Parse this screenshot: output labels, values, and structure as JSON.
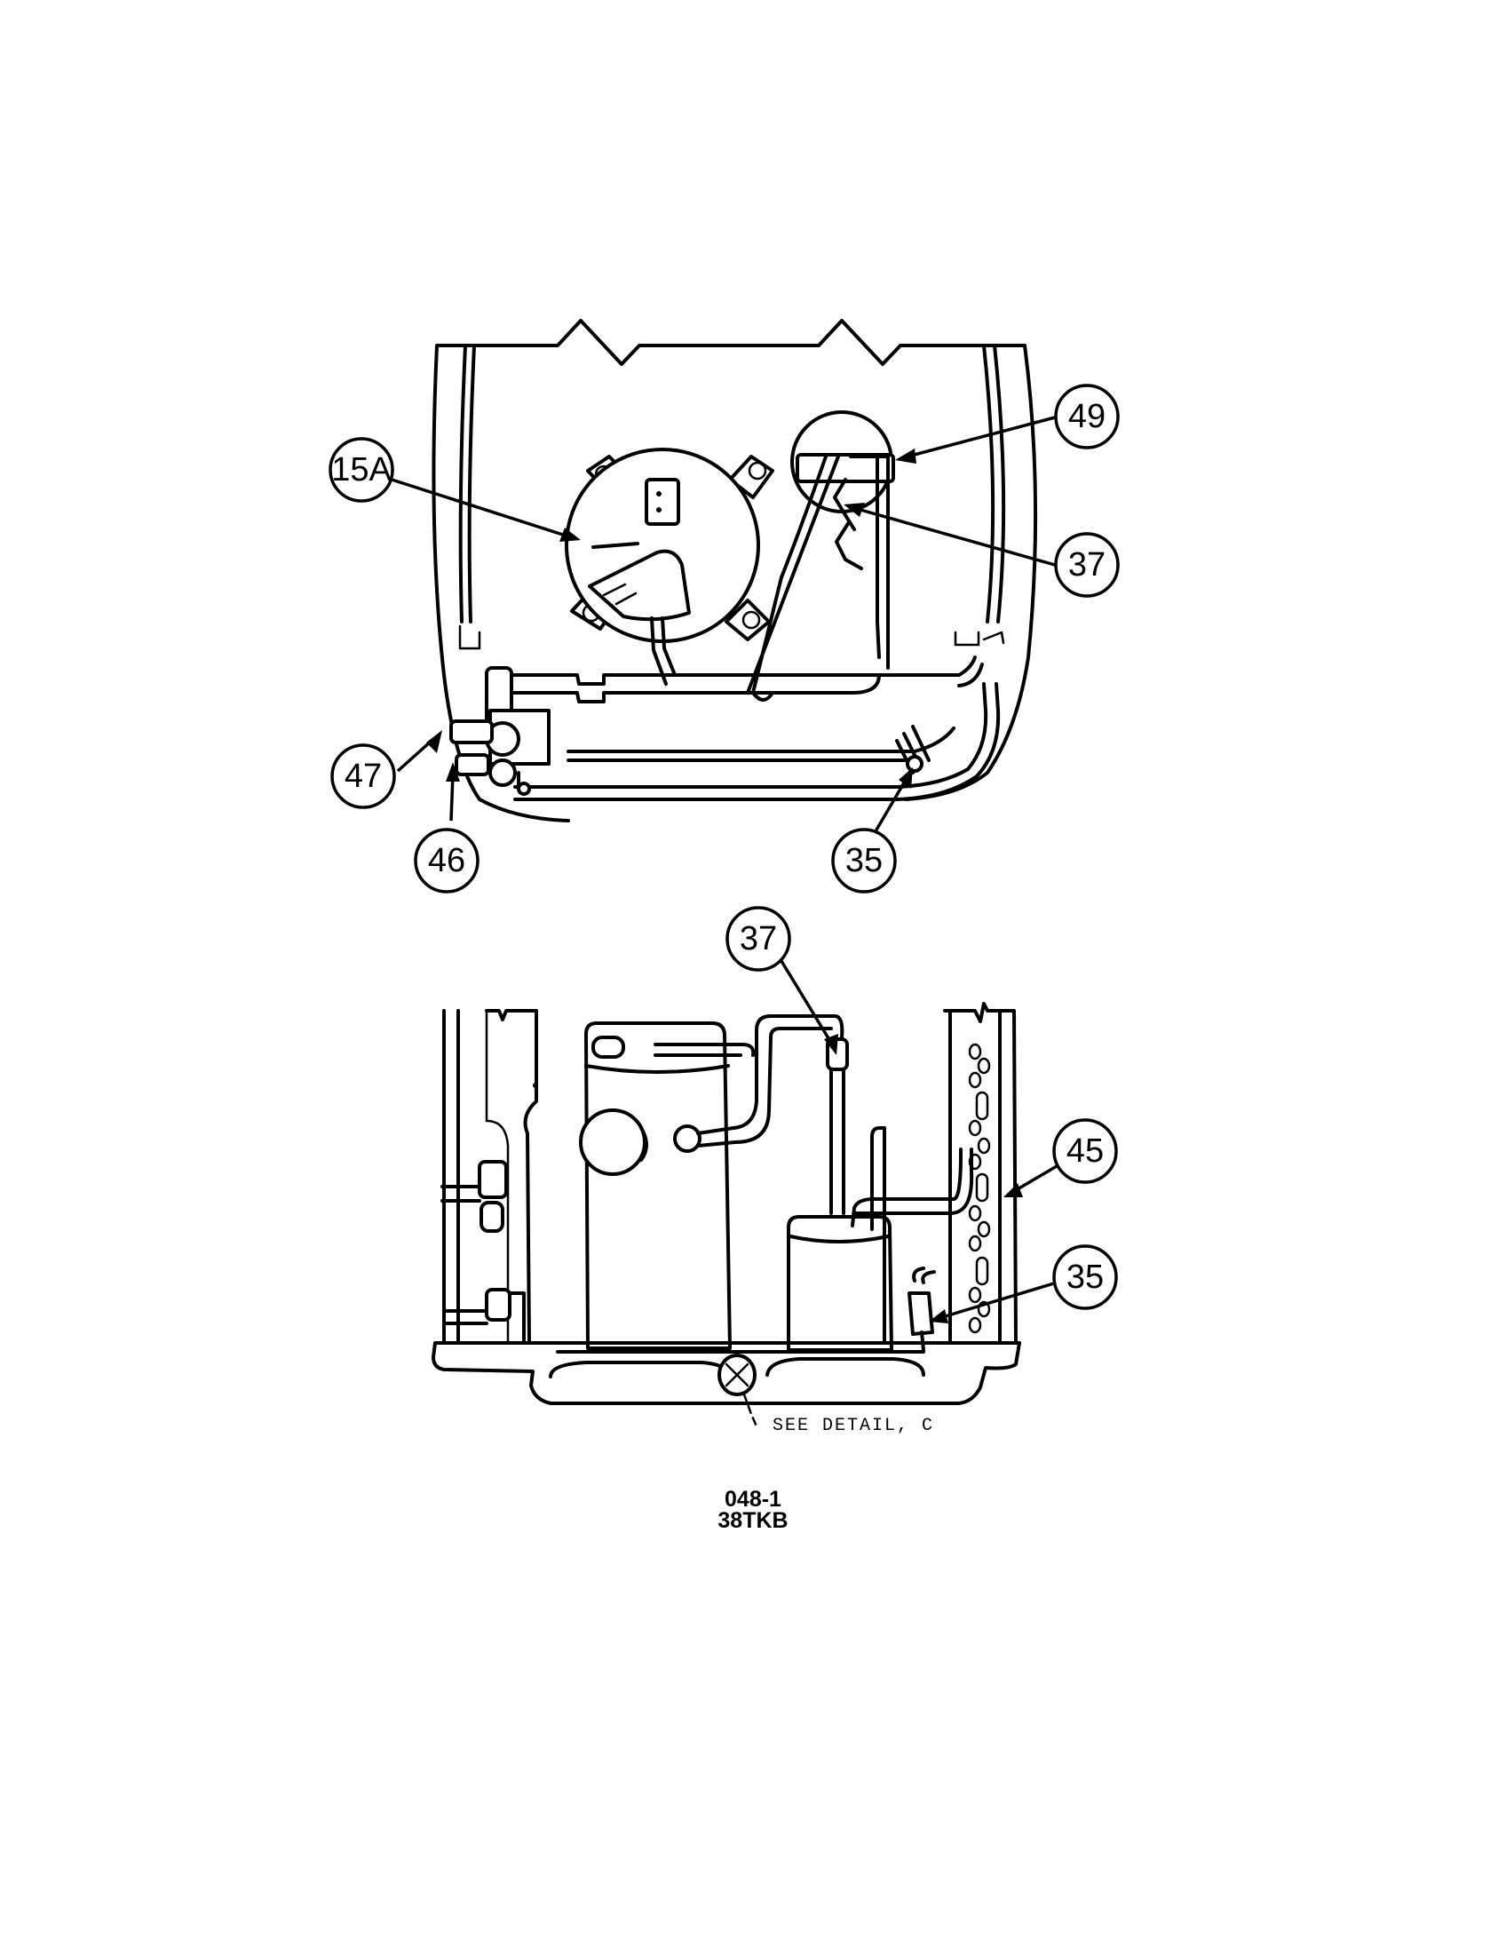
{
  "top_view": {
    "callouts": [
      {
        "id": "callout-15a",
        "label": "15A"
      },
      {
        "id": "callout-49",
        "label": "49"
      },
      {
        "id": "callout-37-top",
        "label": "37"
      },
      {
        "id": "callout-47",
        "label": "47"
      },
      {
        "id": "callout-46",
        "label": "46"
      },
      {
        "id": "callout-35-top",
        "label": "35"
      }
    ]
  },
  "side_view": {
    "callouts": [
      {
        "id": "callout-37-side",
        "label": "37"
      },
      {
        "id": "callout-45",
        "label": "45"
      },
      {
        "id": "callout-35-side",
        "label": "35"
      }
    ],
    "detail_note": "SEE DETAIL, C"
  },
  "footer": {
    "drawing_number": "048-1",
    "model": "38TKB"
  }
}
